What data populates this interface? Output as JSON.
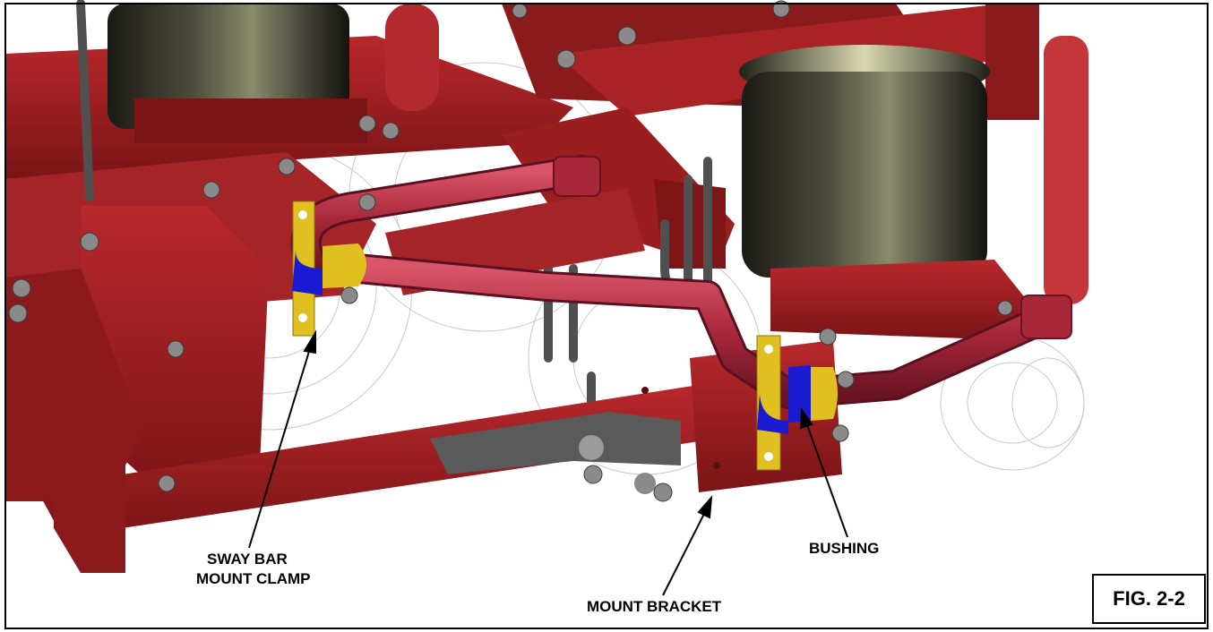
{
  "figure": {
    "label": "FIG. 2-2",
    "colors": {
      "frame_red": "#9a1d1f",
      "frame_dark": "#6e1214",
      "sway_bar": "#a8283a",
      "air_bag": "#2a2a24",
      "clamp_yellow": "#e0c020",
      "bushing_blue": "#1a1ad0",
      "steel_gray": "#6a6a6a"
    }
  },
  "callouts": {
    "sway_bar_mount_clamp": {
      "line1": "SWAY BAR",
      "line2": "MOUNT CLAMP"
    },
    "mount_bracket": "MOUNT BRACKET",
    "bushing": "BUSHING"
  }
}
